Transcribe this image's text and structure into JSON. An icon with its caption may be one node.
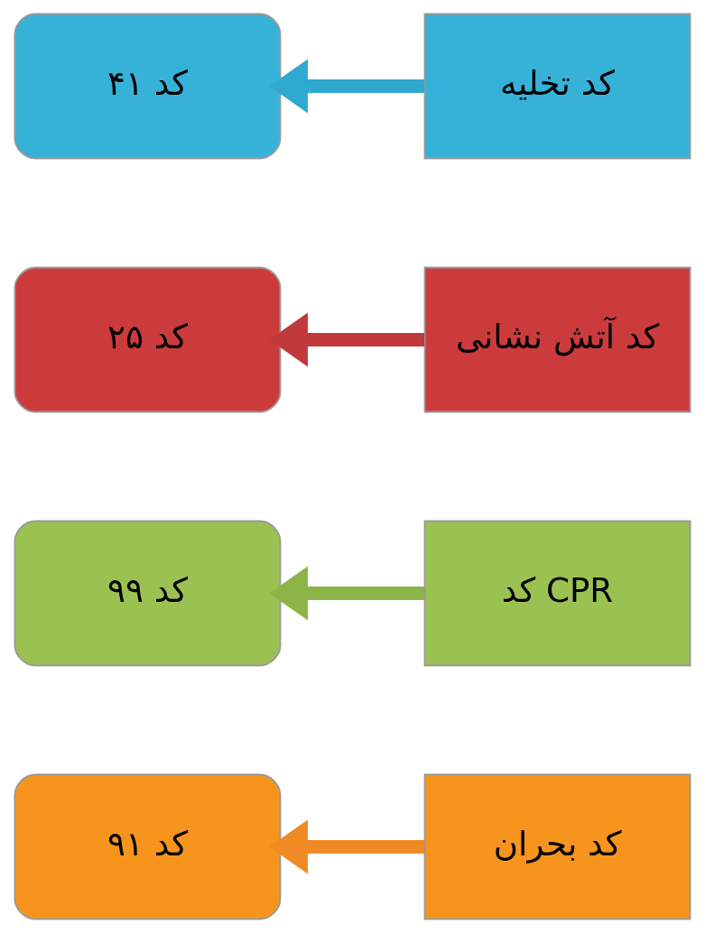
{
  "diagram": {
    "nodes": [
      {
        "text": [
          "کد بحران"
        ]
      },
      {
        "text": [
          "کد ۹۱"
        ]
      },
      {
        "text": [
          "کد CPR"
        ]
      },
      {
        "text": [
          "کد ۹۹"
        ]
      },
      {
        "text": [
          "کد آتش نشانی"
        ]
      },
      {
        "text": [
          "کد ۲۵"
        ]
      },
      {
        "text": [
          "کد تخلیه"
        ]
      },
      {
        "text": [
          "کد ۴۱"
        ]
      }
    ],
    "edges": [
      {
        "from": 0,
        "to": 1,
        "arrow": "to",
        "color": "#f08a24"
      },
      {
        "from": 2,
        "to": 3,
        "arrow": "to",
        "color": "#8db447"
      },
      {
        "from": 4,
        "to": 5,
        "arrow": "to",
        "color": "#c0393b"
      },
      {
        "from": 6,
        "to": 7,
        "arrow": "to",
        "color": "#2fa9cf"
      }
    ]
  }
}
